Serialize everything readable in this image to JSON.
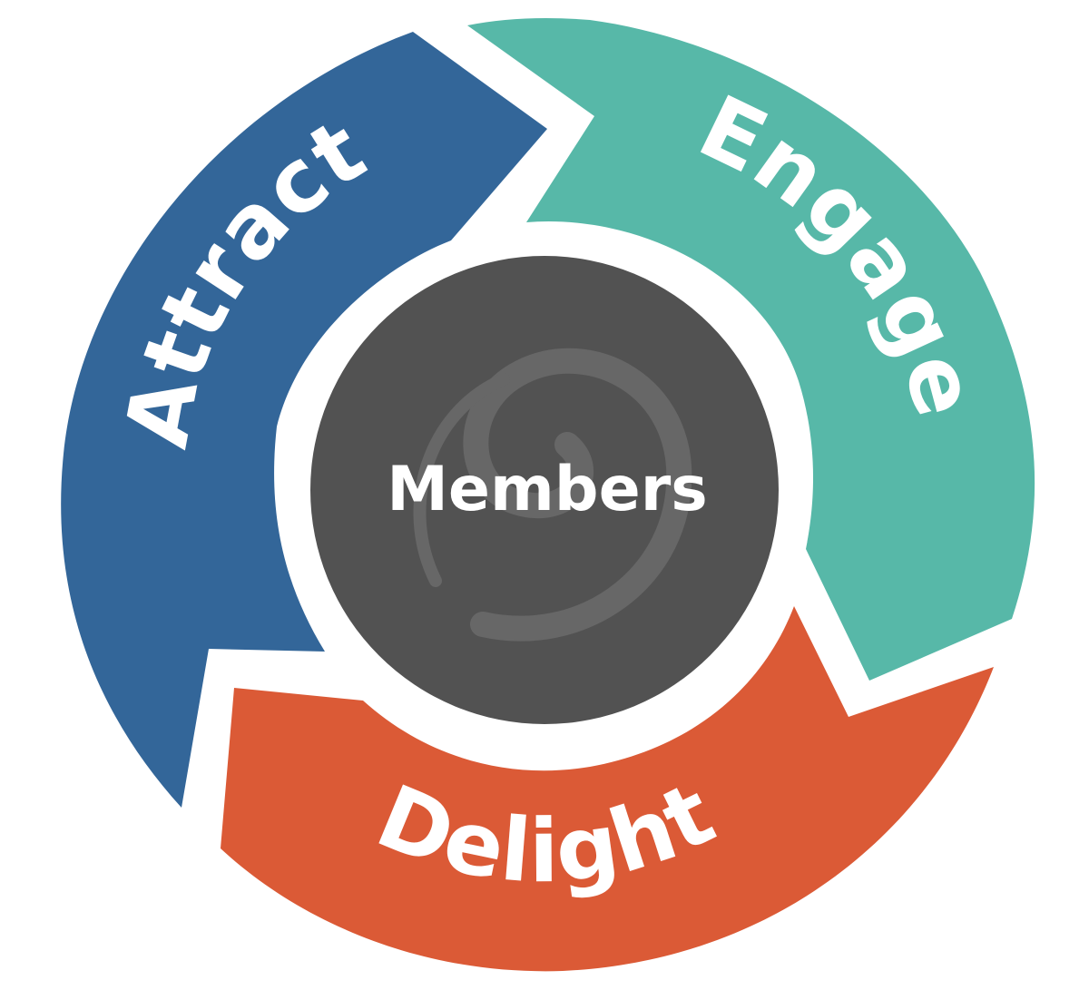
{
  "diagram": {
    "center": {
      "label": "Members",
      "color": "#525252",
      "swirl_color": "#676767"
    },
    "segments": [
      {
        "id": "attract",
        "label": "Attract",
        "color": "#336699"
      },
      {
        "id": "engage",
        "label": "Engage",
        "color": "#57b8a8"
      },
      {
        "id": "delight",
        "label": "Delight",
        "color": "#db5a36"
      }
    ],
    "background": "#ffffff"
  }
}
